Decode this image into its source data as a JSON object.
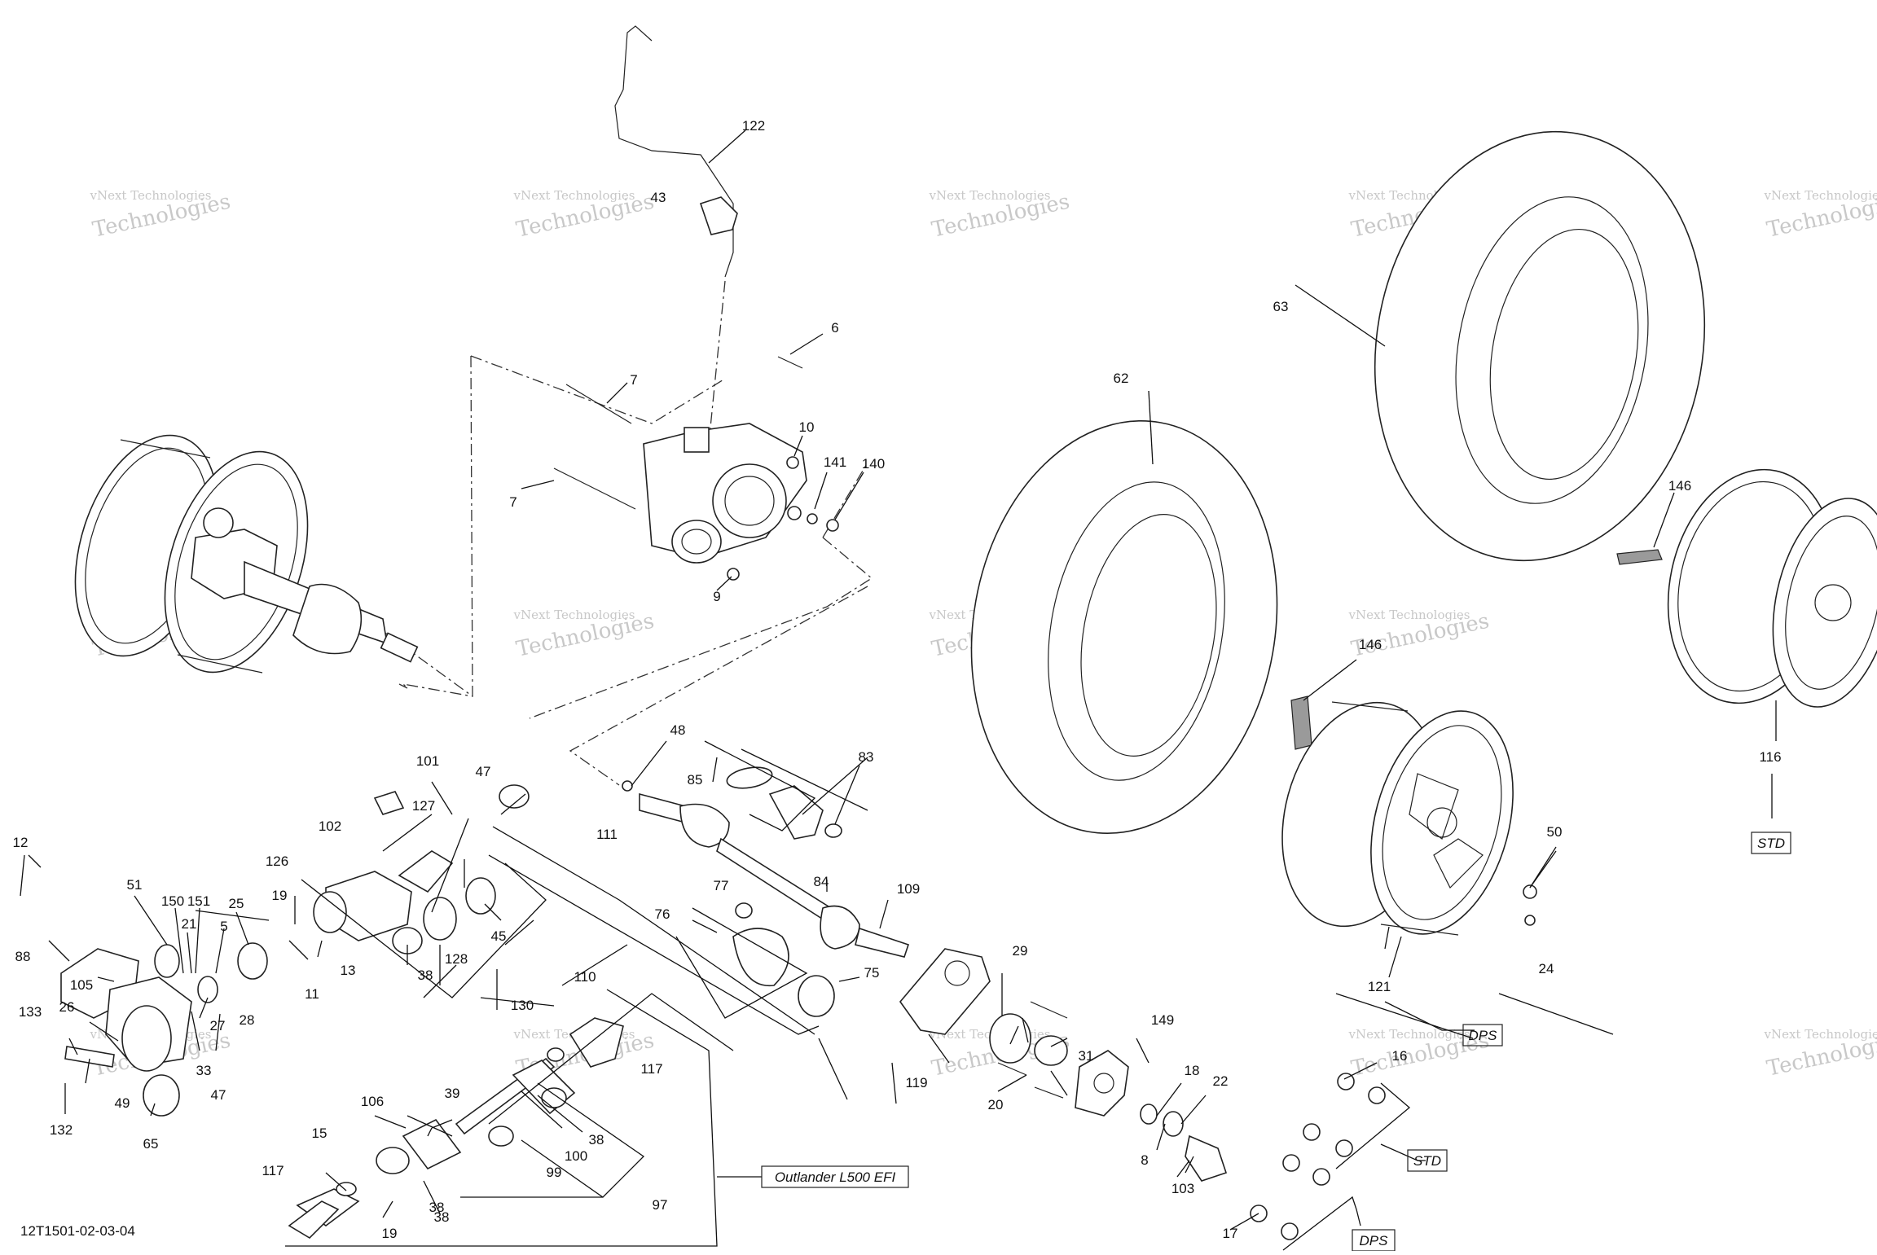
{
  "diagram": {
    "drawing_number": "12T1501-02-03-04",
    "watermark_line1": "vNext Technologies",
    "watermark_line2": "Technologies",
    "part_labels": [
      "122",
      "43",
      "6",
      "7",
      "7",
      "10",
      "141",
      "140",
      "9",
      "62",
      "63",
      "146",
      "146",
      "116",
      "48",
      "101",
      "47",
      "83",
      "85",
      "127",
      "102",
      "111",
      "84",
      "109",
      "126",
      "77",
      "76",
      "19",
      "12",
      "51",
      "150",
      "151",
      "21",
      "5",
      "25",
      "88",
      "105",
      "13",
      "11",
      "45",
      "128",
      "38",
      "130",
      "110",
      "75",
      "119",
      "29",
      "50",
      "24",
      "121",
      "149",
      "31",
      "20",
      "18",
      "22",
      "8",
      "103",
      "133",
      "26",
      "27",
      "28",
      "33",
      "47",
      "49",
      "132",
      "65",
      "117",
      "106",
      "39",
      "38",
      "100",
      "99",
      "38",
      "97",
      "15",
      "117",
      "38",
      "19",
      "16",
      "17"
    ],
    "callout_boxes": {
      "std_right": "STD",
      "std_bottom": "STD",
      "dps_right": "DPS",
      "dps_bottom": "DPS",
      "model": "Outlander L500 EFI"
    }
  }
}
